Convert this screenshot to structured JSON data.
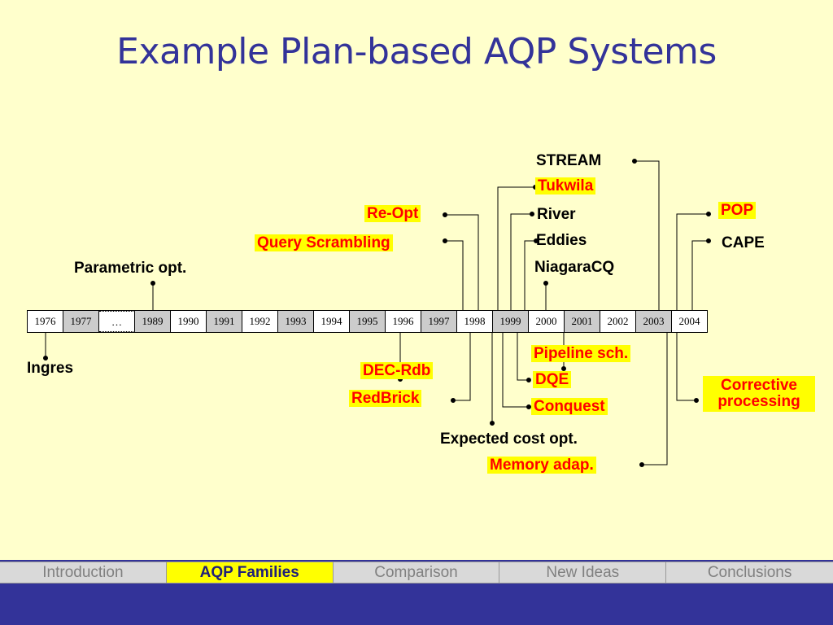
{
  "title": "Example Plan-based AQP Systems",
  "timeline": {
    "years": [
      {
        "label": "1976",
        "shade": "white"
      },
      {
        "label": "1977",
        "shade": "gray"
      },
      {
        "label": "…",
        "shade": "gap"
      },
      {
        "label": "1989",
        "shade": "gray"
      },
      {
        "label": "1990",
        "shade": "white"
      },
      {
        "label": "1991",
        "shade": "gray"
      },
      {
        "label": "1992",
        "shade": "white"
      },
      {
        "label": "1993",
        "shade": "gray"
      },
      {
        "label": "1994",
        "shade": "white"
      },
      {
        "label": "1995",
        "shade": "gray"
      },
      {
        "label": "1996",
        "shade": "white"
      },
      {
        "label": "1997",
        "shade": "gray"
      },
      {
        "label": "1998",
        "shade": "white"
      },
      {
        "label": "1999",
        "shade": "gray"
      },
      {
        "label": "2000",
        "shade": "white"
      },
      {
        "label": "2001",
        "shade": "gray"
      },
      {
        "label": "2002",
        "shade": "white"
      },
      {
        "label": "2003",
        "shade": "gray"
      },
      {
        "label": "2004",
        "shade": "white"
      }
    ]
  },
  "systems": {
    "stream": "STREAM",
    "tukwila": "Tukwila",
    "re_opt": "Re-Opt",
    "river": "River",
    "query_scrambling": "Query Scrambling",
    "eddies": "Eddies",
    "niagaracq": "NiagaraCQ",
    "parametric": "Parametric opt.",
    "pop": "POP",
    "cape": "CAPE",
    "ingres": "Ingres",
    "dec_rdb": "DEC-Rdb",
    "redbrick": "RedBrick",
    "pipeline": "Pipeline sch.",
    "dqe": "DQE",
    "conquest": "Conquest",
    "expected_cost": "Expected cost opt.",
    "memory": "Memory adap.",
    "corrective": "Corrective processing"
  },
  "footer": {
    "tabs": [
      {
        "label": "Introduction",
        "active": false
      },
      {
        "label": "AQP Families",
        "active": true
      },
      {
        "label": "Comparison",
        "active": false
      },
      {
        "label": "New Ideas",
        "active": false
      },
      {
        "label": "Conclusions",
        "active": false
      }
    ]
  },
  "colors": {
    "background": "#FFFFCC",
    "title": "#333399",
    "highlight_text": "#FF0000",
    "highlight_bg": "#FFFF00",
    "footer_bar": "#333399"
  }
}
